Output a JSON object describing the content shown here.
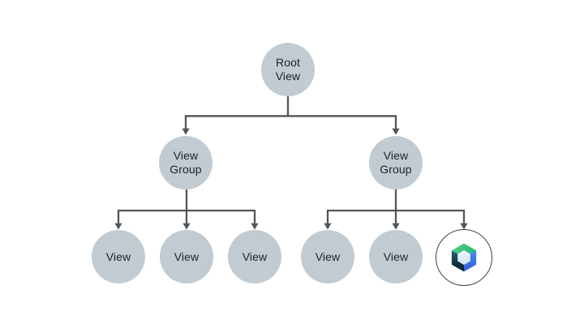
{
  "colors": {
    "node_fill": "#C1CBD1",
    "connector": "#50565A",
    "label_text": "#1F2326",
    "compose_ring": "#3F4447",
    "compose": {
      "green_light": "#55CF8E",
      "green_dark": "#27BA70",
      "blue_light": "#4687F4",
      "blue_dark": "#3660D4",
      "navy_light": "#2A607A",
      "navy_dark": "#0C2A3A",
      "hole_light": "#ECF6FC",
      "hole_dark": "#CFE7F5"
    }
  },
  "tree": {
    "root": {
      "label": "Root\nView"
    },
    "groups": [
      {
        "label": "View\nGroup"
      },
      {
        "label": "View\nGroup"
      }
    ],
    "leaves_left": [
      {
        "label": "View"
      },
      {
        "label": "View"
      },
      {
        "label": "View"
      }
    ],
    "leaves_right": [
      {
        "label": "View"
      },
      {
        "label": "View"
      }
    ],
    "compose_node": {
      "icon": "jetpack-compose-logo"
    }
  }
}
